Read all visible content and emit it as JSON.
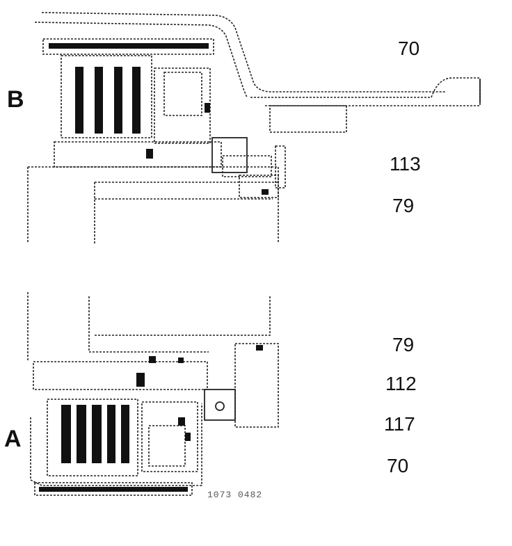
{
  "sections": {
    "upper": "B",
    "lower": "A"
  },
  "callouts_upper": [
    "70",
    "113",
    "79"
  ],
  "callouts_lower": [
    "79",
    "112",
    "117",
    "70"
  ],
  "figure_code": "1073 0482",
  "colors": {
    "line": "#222222",
    "fill": "#111111",
    "background": "#ffffff"
  }
}
